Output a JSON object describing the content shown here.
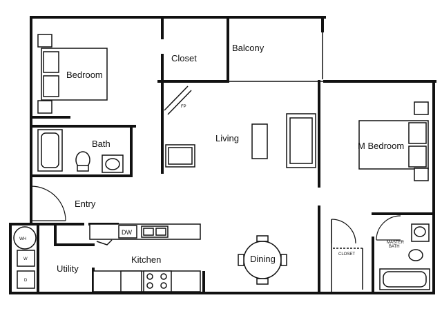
{
  "rooms": {
    "bedroom": "Bedroom",
    "closet": "Closet",
    "balcony": "Balcony",
    "fp": "FP",
    "living": "Living",
    "bath": "Bath",
    "m_bedroom": "M Bedroom",
    "entry": "Entry",
    "utility": "Utility",
    "kitchen": "Kitchen",
    "dining": "Dining",
    "closet2": "CLOSET",
    "master_bath": [
      "MASTER",
      "BATH"
    ]
  },
  "fixtures": {
    "dw": "DW",
    "wh": "WH",
    "washer": "W",
    "dryer": "D"
  }
}
